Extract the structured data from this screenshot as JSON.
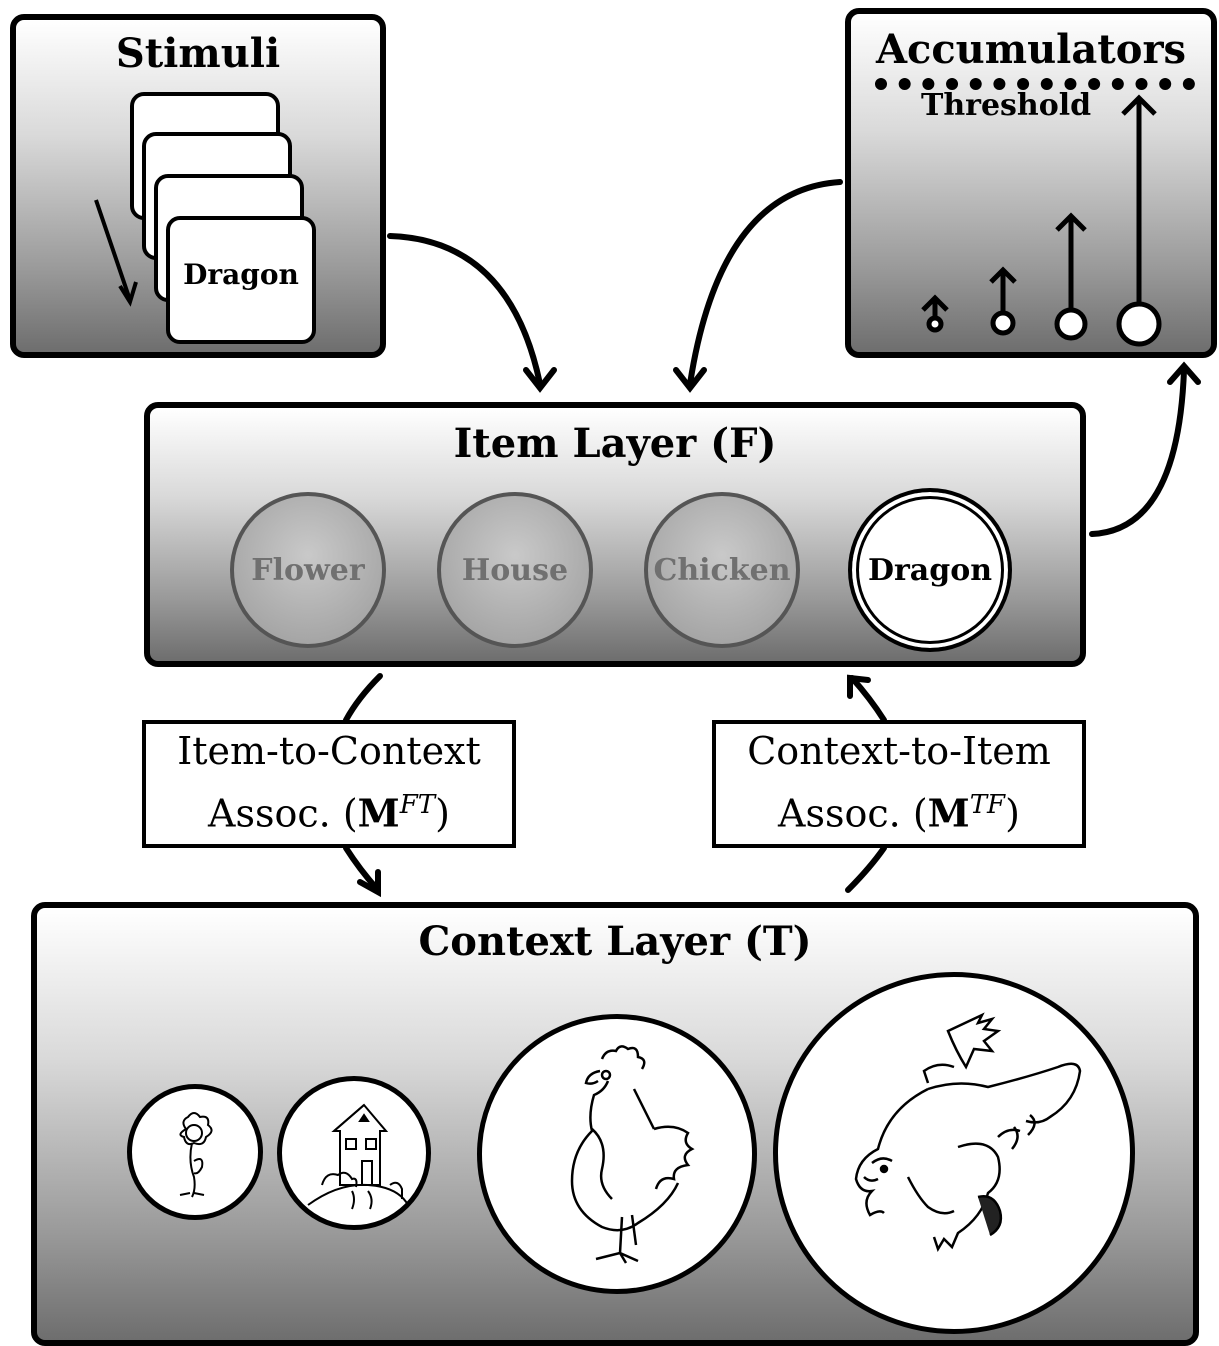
{
  "stimuli": {
    "title": "Stimuli",
    "current_word": "Dragon"
  },
  "accumulators": {
    "title": "Accumulators",
    "threshold_label": "Threshold"
  },
  "item_layer": {
    "title": "Item Layer (F)",
    "items": [
      {
        "label": "Flower",
        "active": false
      },
      {
        "label": "House",
        "active": false
      },
      {
        "label": "Chicken",
        "active": false
      },
      {
        "label": "Dragon",
        "active": true
      }
    ]
  },
  "assoc_item_to_context": {
    "line1": "Item-to-Context",
    "line2_prefix": "Assoc.",
    "matrix": "M",
    "superscript": "FT"
  },
  "assoc_context_to_item": {
    "line1": "Context-to-Item",
    "line2_prefix": "Assoc.",
    "matrix": "M",
    "superscript": "TF"
  },
  "context_layer": {
    "title": "Context Layer (T)",
    "drawings": [
      "flower",
      "house",
      "chicken",
      "dragon"
    ]
  }
}
